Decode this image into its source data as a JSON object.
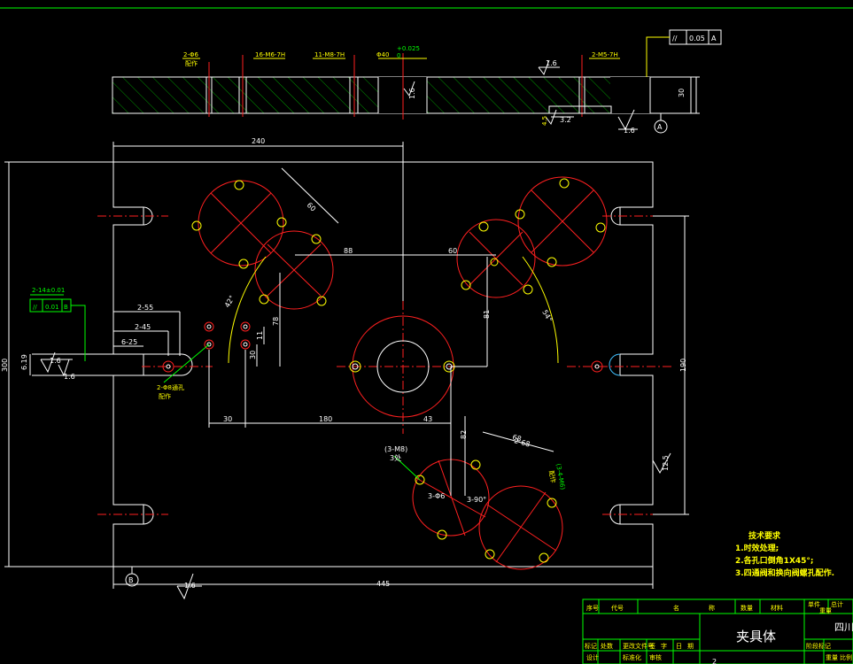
{
  "top_view": {
    "hole_labels": [
      "2-Φ6",
      "配作",
      "16-M6-7H",
      "11-M8-7H",
      "Φ40",
      "+0.025",
      "0",
      "2-M5-7H"
    ],
    "roughness": [
      "1.6",
      "1.6",
      "3.2",
      "1.6"
    ],
    "thickness": "30",
    "depth": "4.5",
    "datum": "A",
    "tolerance": {
      "symbol": "//",
      "value": "0.05",
      "datum": "A"
    }
  },
  "plan_view": {
    "dims": {
      "width_top": "240",
      "width_total": "445",
      "height_left": "300",
      "height_right": "190",
      "d88": "88",
      "d60": "60",
      "d81": "81",
      "d78": "78",
      "d11": "11",
      "d30v": "30",
      "d30": "30",
      "d180": "180",
      "d43": "43",
      "d82": "82",
      "d60b": "60",
      "d68": "68",
      "d619": "6.19"
    },
    "angles": [
      "42°",
      "54°",
      "3-Φ6",
      "3-90°"
    ],
    "slot_labels": [
      "2-55",
      "2-45",
      "6-25"
    ],
    "hole_notes": [
      "2-Φ8通孔",
      "配作",
      "(3-M8)",
      "3处",
      "(3-4-M6)",
      "配作",
      "2-68"
    ],
    "left_tolerance": {
      "label": "2-14±0.01",
      "symbol": "//",
      "value": "0.01",
      "datum": "B"
    },
    "roughness": [
      "1.6",
      "1.6",
      "12.5",
      "1.6"
    ],
    "datum": "B"
  },
  "notes": {
    "title": "技术要求",
    "items": [
      "1.时效处理;",
      "2.各孔口倒角1X45°;",
      "3.四通阀和换向阀螺孔配作."
    ]
  },
  "title_block": {
    "part_name": "夹具体",
    "org": "四川",
    "header_cells": [
      "序号",
      "代号",
      "名",
      "称",
      "数量",
      "材料",
      "单件",
      "总计"
    ],
    "weight_cells": [
      "重量"
    ],
    "row2": [
      "标记",
      "处数",
      "更改文件号",
      "签",
      "字",
      "日",
      "期"
    ],
    "row3": [
      "设计",
      "标准化",
      "审核"
    ],
    "stage_cells": [
      "阶段标记",
      "重量",
      "比例"
    ],
    "page": "2"
  },
  "colors": {
    "background": "#000000",
    "outline": "#ffffff",
    "hole": "#ff2020",
    "dimension": "#ffff00",
    "hatch": "#00c000",
    "frame": "#00ff00"
  }
}
